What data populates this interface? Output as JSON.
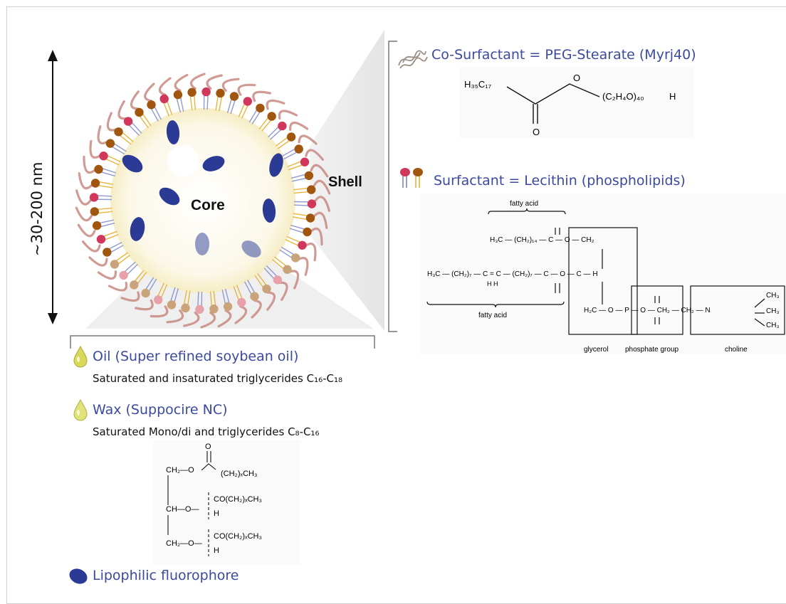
{
  "size_label": "~30-200 nm",
  "core_label": "Core",
  "shell_label": "Shell",
  "cosurfactant": {
    "title": "Co-Surfactant = PEG-Stearate (Myrj40)",
    "formula_left": "H₃₅C₁₇",
    "formula_right": "(C₂H₄O)₄₀",
    "formula_h": "H",
    "atom_o_top": "O",
    "atom_o_bottom": "O"
  },
  "surfactant": {
    "title": "Surfactant = Lecithin (phospholipids)",
    "fatty_acid_top": "fatty acid",
    "fatty_acid_bottom": "fatty acid",
    "row1": "H₃C — (CH₂)₁₄ — C — O — CH₂",
    "row2": "H₃C — (CH₂)₇ — C = C — (CH₂)₇ — C — O — C — H",
    "row2_h": "H       H",
    "row3": "H₂C — O — P — O — CH₂ — CH₂ — N",
    "methyls": [
      "CH₃",
      "CH₃",
      "CH₃"
    ],
    "glycerol": "glycerol",
    "phosphate": "phosphate group",
    "choline": "choline"
  },
  "oil": {
    "title": "Oil (Super refined soybean oil)",
    "desc": "Saturated and insaturated triglycerides C₁₆-C₁₈"
  },
  "wax": {
    "title": "Wax (Suppocire NC)",
    "desc": "Saturated Mono/di and triglycerides C₈-C₁₆",
    "line1a": "CH₂—O",
    "line1b": "(CH₂)ₓCH₃",
    "line1o": "O",
    "line2a": "CH—O—",
    "line2b": "CO(CH₂)ₓCH₃",
    "line2h": "H",
    "line3a": "CH₂—O—",
    "line3b": "CO(CH₂)ₓCH₃",
    "line3h": "H"
  },
  "fluorophore": {
    "title": "Lipophilic fluorophore"
  },
  "colors": {
    "label_blue": "#3b4aa0",
    "fluorophore": "#2a3a95",
    "head_red": "#d0375a",
    "head_brown": "#a0560f",
    "head_tan": "#c9a47a",
    "head_pink": "#e7a1a8",
    "tail_yellow": "#e9b63c",
    "peg": "#c88a82",
    "oil_drop": "#d8d85a"
  }
}
